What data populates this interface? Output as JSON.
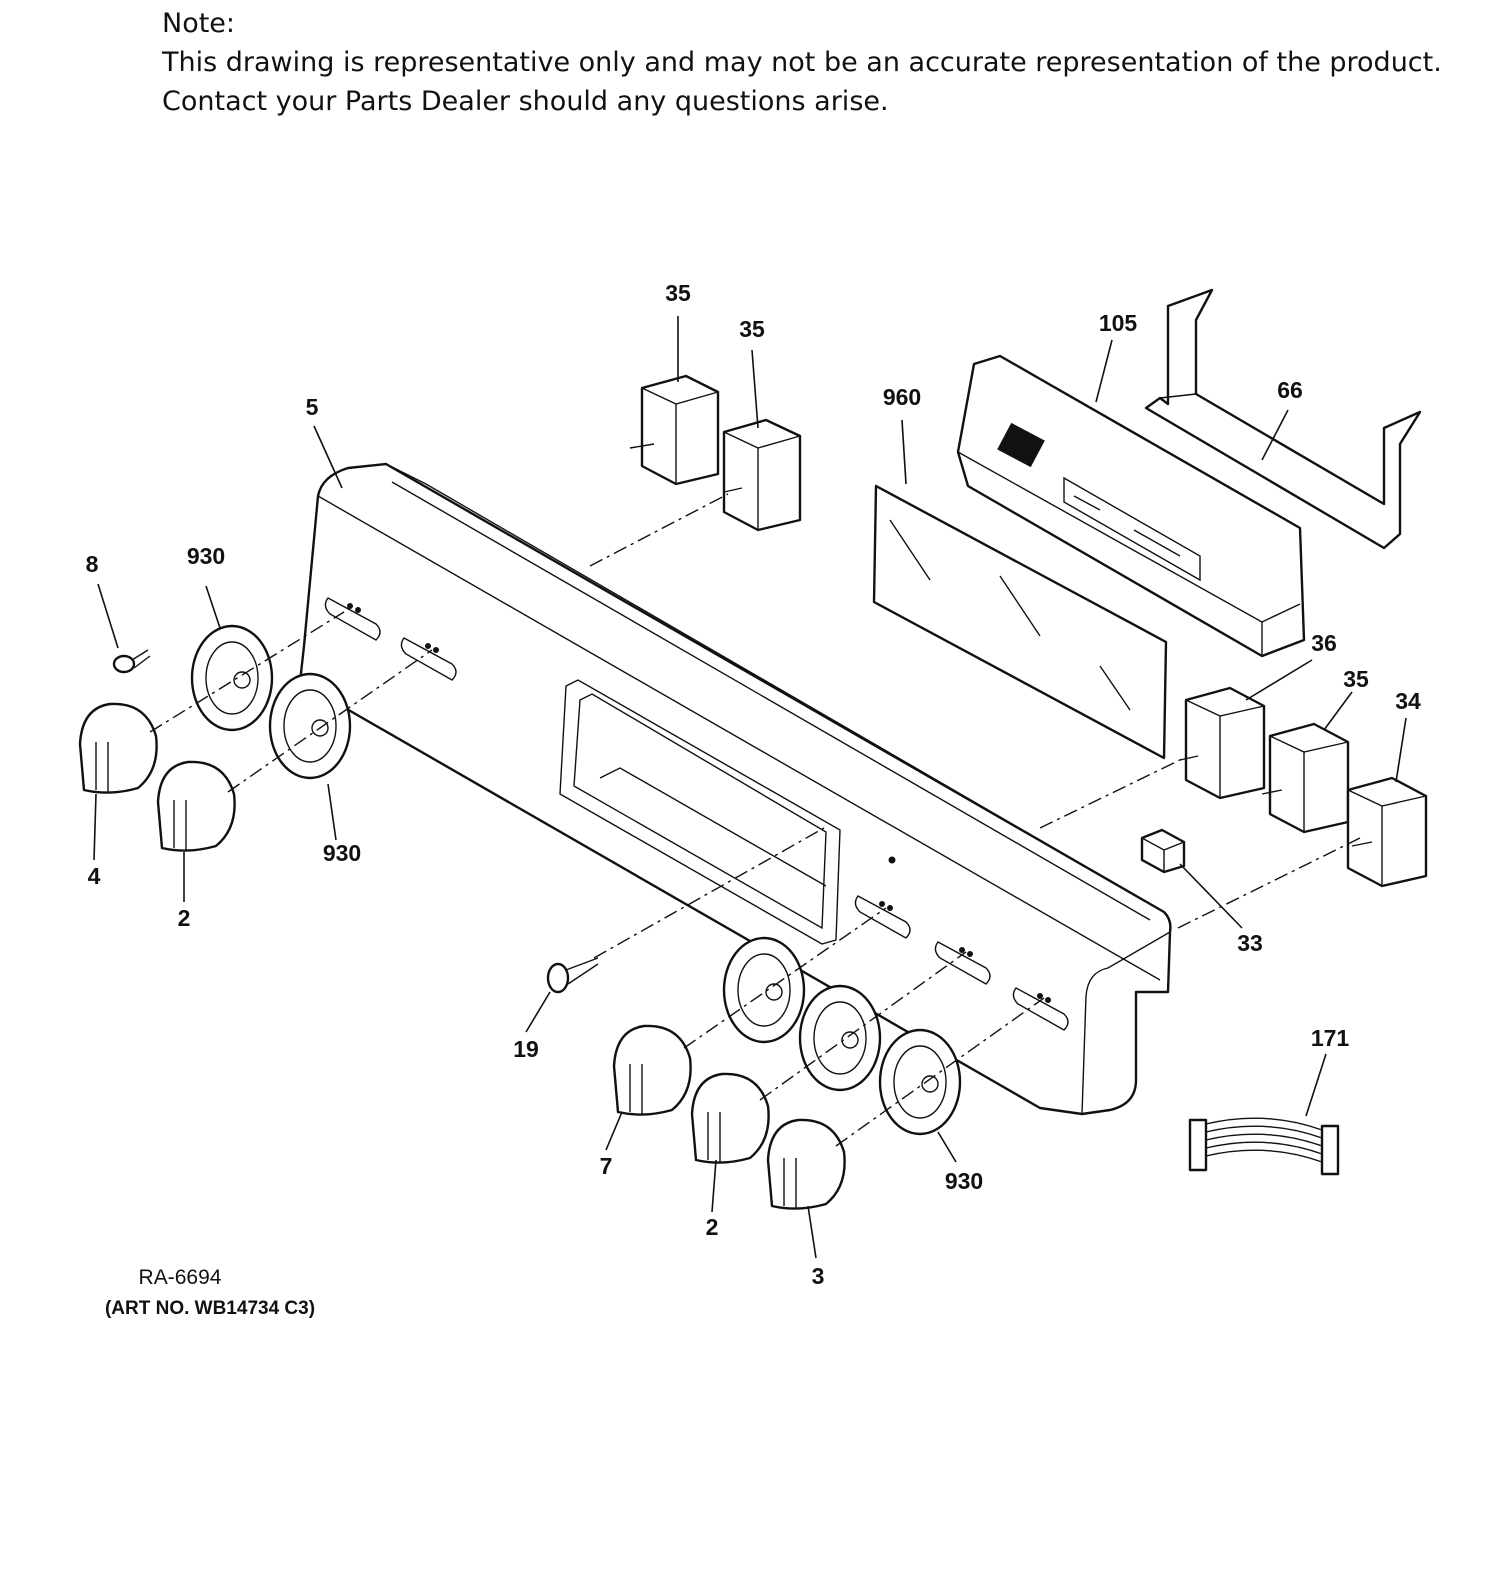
{
  "note": {
    "heading": "Note:",
    "line1": "This drawing is representative only and may not be an accurate representation of the product.",
    "line2": "Contact your Parts Dealer should any questions arise."
  },
  "diagram": {
    "callouts": {
      "c35a": "35",
      "c35b": "35",
      "c105": "105",
      "c66": "66",
      "c960": "960",
      "c5": "5",
      "c8": "8",
      "c930a": "930",
      "c4": "4",
      "c2a": "2",
      "c930b": "930",
      "c36": "36",
      "c35c": "35",
      "c34": "34",
      "c33": "33",
      "c19": "19",
      "c171": "171",
      "c7": "7",
      "c2b": "2",
      "c3": "3",
      "c930c": "930"
    },
    "reference": "RA-6694",
    "art_number": "(ART NO. WB14734 C3)"
  }
}
